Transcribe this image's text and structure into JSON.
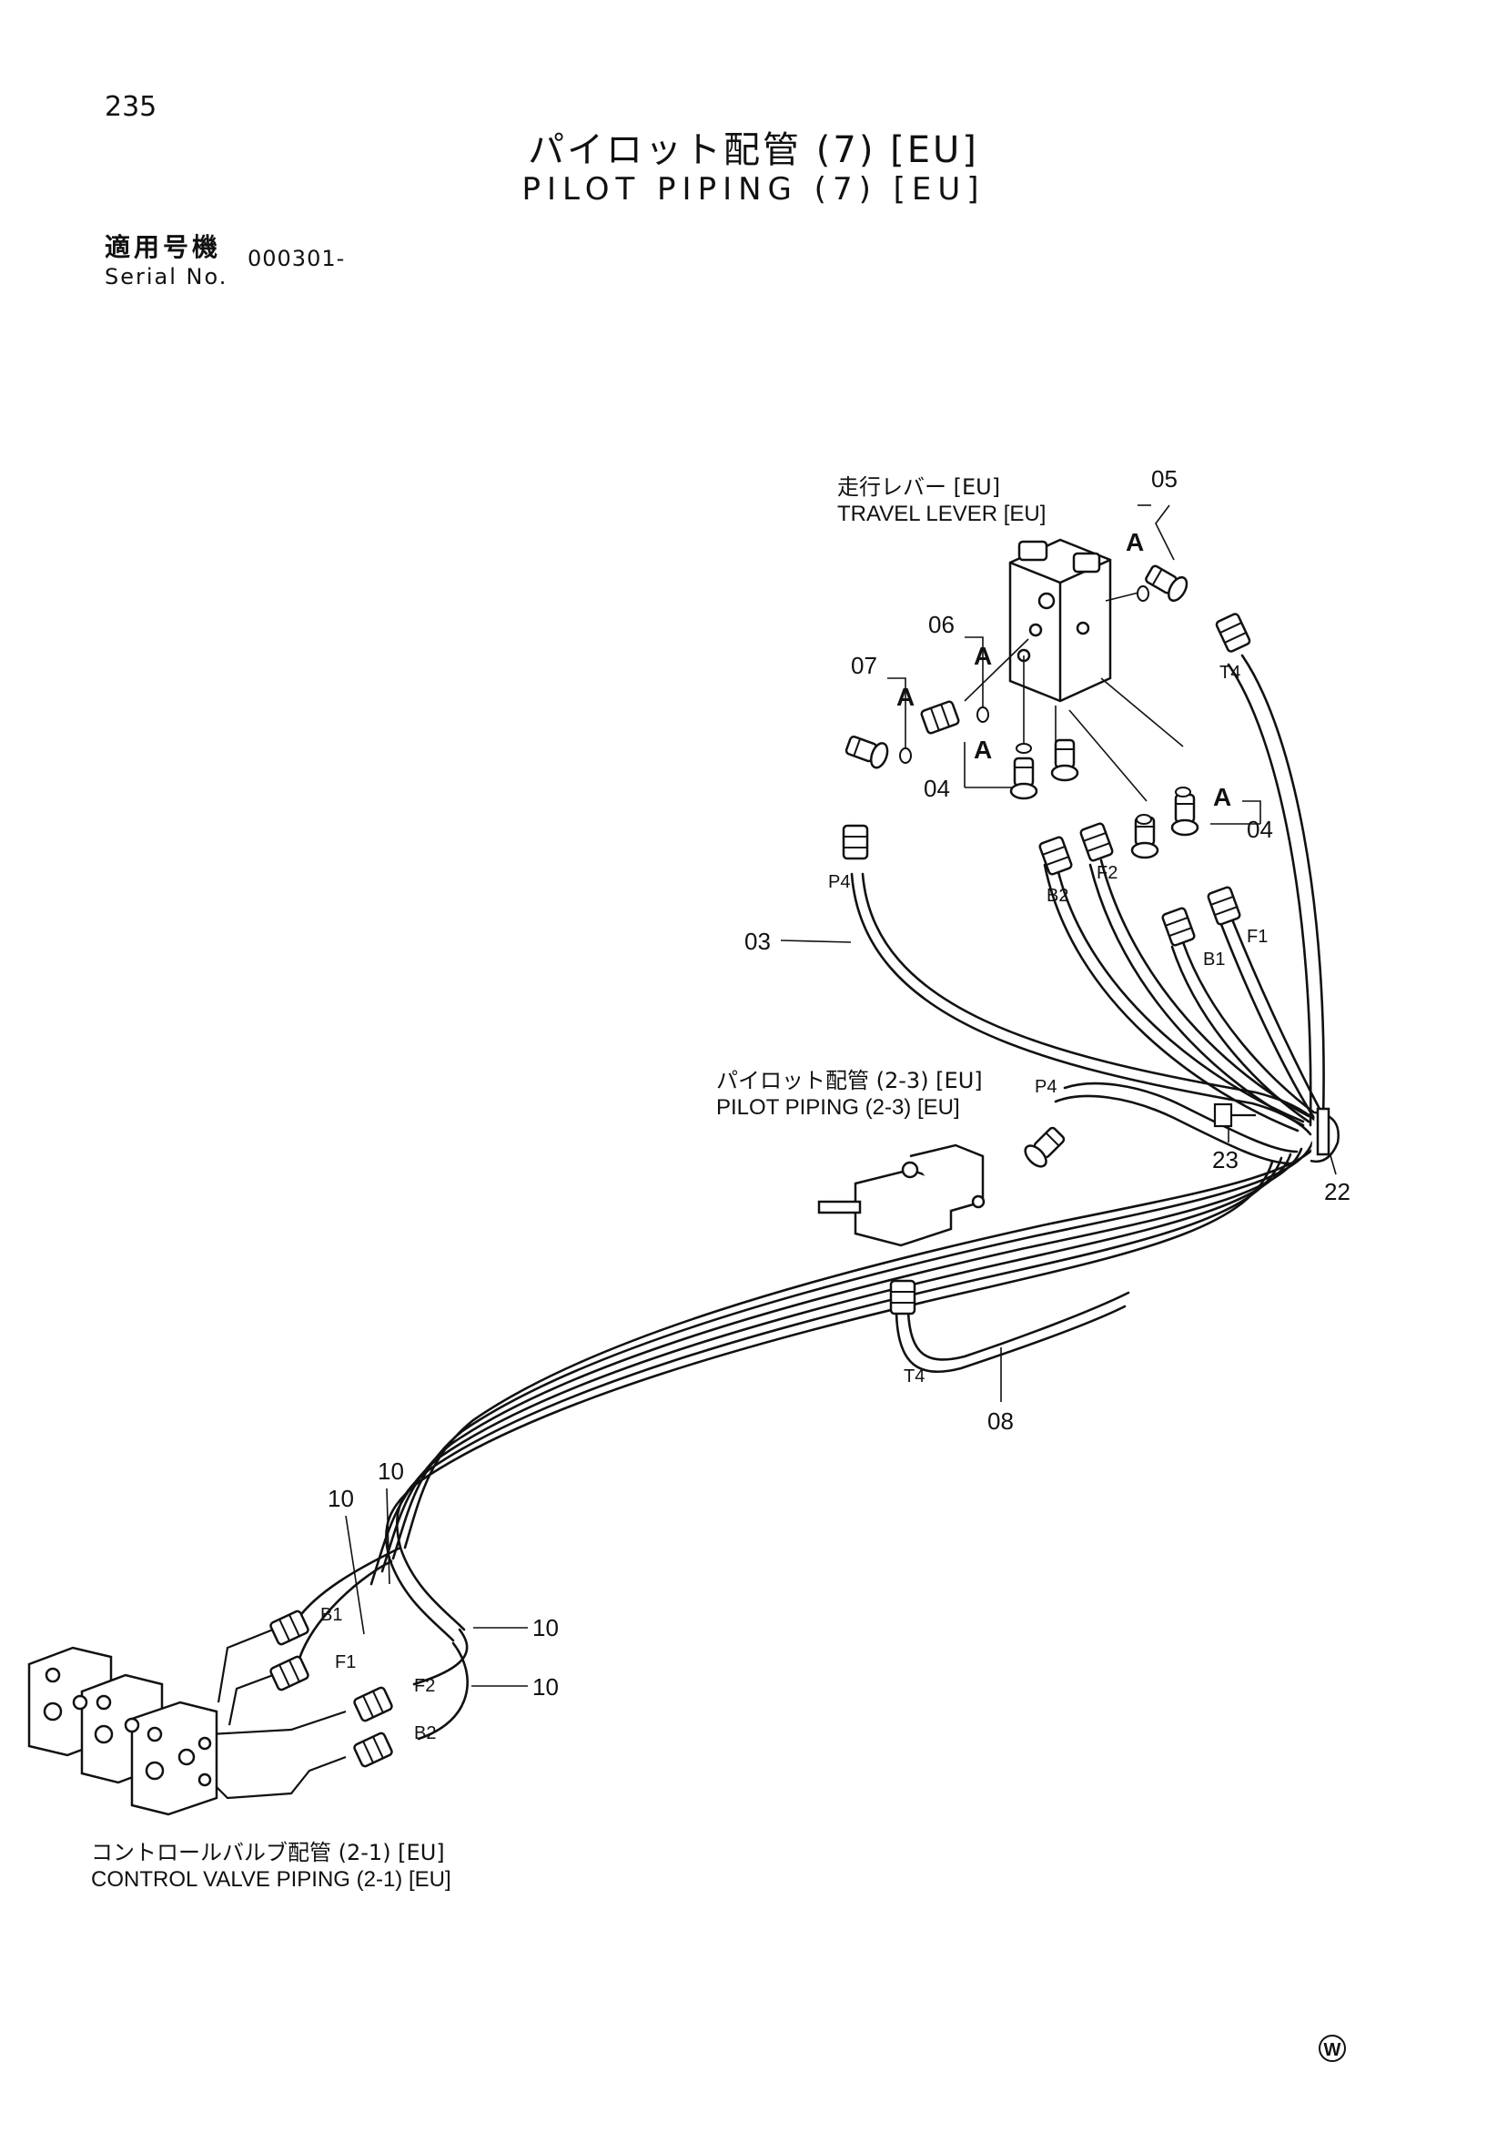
{
  "page_number": "235",
  "title_jp": "パイロット配管 (7) [EU]",
  "title_en": "PILOT PIPING (7) [EU]",
  "serial_label_jp": "適用号機",
  "serial_label_en": "Serial No.",
  "serial_value": "000301-",
  "callouts": {
    "travel_lever_jp": "走行レバー [EU]",
    "travel_lever_en": "TRAVEL LEVER [EU]",
    "pilot_piping_jp": "パイロット配管 (2-3) [EU]",
    "pilot_piping_en": "PILOT PIPING (2-3) [EU]",
    "control_valve_jp": "コントロールバルブ配管 (2-1) [EU]",
    "control_valve_en": "CONTROL VALVE PIPING (2-1) [EU]"
  },
  "part_numbers": {
    "p03": "03",
    "p04": "04",
    "p05": "05",
    "p06": "06",
    "p07": "07",
    "p08": "08",
    "p10": "10",
    "p22": "22",
    "p23": "23"
  },
  "detail_marker": "A",
  "port_labels": {
    "p4": "P4",
    "t4": "T4",
    "b1": "B1",
    "b2": "B2",
    "f1": "F1",
    "f2": "F2"
  },
  "corner_mark": "W"
}
